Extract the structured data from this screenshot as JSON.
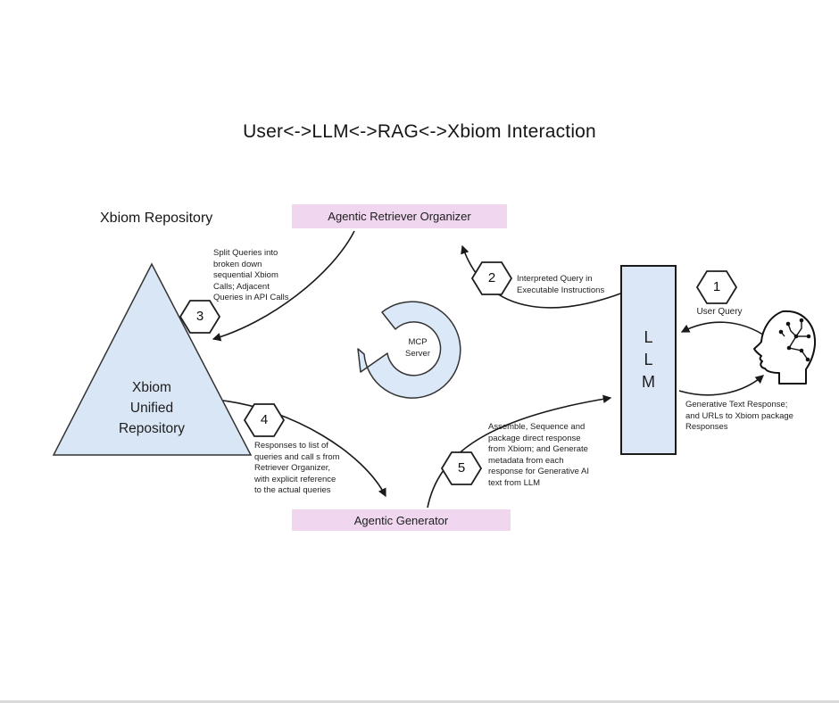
{
  "title": "User<->LLM<->RAG<->Xbiom Interaction",
  "labels": {
    "repository_heading": "Xbiom Repository",
    "retriever_box": "Agentic Retriever Organizer",
    "generator_box": "Agentic Generator",
    "triangle": "Xbiom\nUnified\nRepository",
    "mcp_server": "MCP\nServer",
    "llm": "L\nL\nM"
  },
  "steps": [
    {
      "number": "1",
      "note": "User Query"
    },
    {
      "number": "2",
      "note": "Interpreted Query in\nExecutable Instructions"
    },
    {
      "number": "3",
      "note": "Split Queries into\nbroken down\nsequential Xbiom\nCalls; Adjacent\nQueries in API Calls"
    },
    {
      "number": "4",
      "note": "Responses to list of\nqueries and call s from\nRetriever Organizer,\nwith explicit reference\nto the actual queries"
    },
    {
      "number": "5",
      "note": "Assemble, Sequence and\npackage direct response\nfrom Xbiom; and Generate\nmetadata from each\nresponse for Generative AI\ntext from LLM"
    }
  ],
  "notes": {
    "llm_to_user": "Generative Text Response;\nand URLs to Xbiom package\nResponses"
  },
  "colors": {
    "light_blue": "#dbe7f6",
    "light_pink": "#f0d7ef",
    "outline": "#1f1f1f"
  }
}
